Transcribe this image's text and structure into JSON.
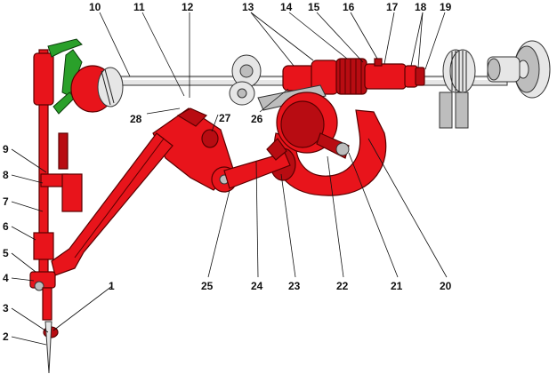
{
  "figure": {
    "callouts": [
      "1",
      "2",
      "3",
      "4",
      "5",
      "6",
      "7",
      "8",
      "9",
      "10",
      "11",
      "12",
      "13",
      "14",
      "15",
      "16",
      "17",
      "18",
      "19",
      "20",
      "21",
      "22",
      "23",
      "24",
      "25",
      "26",
      "27",
      "28"
    ]
  },
  "colors": {
    "mechanism_red": "#e8141b",
    "mechanism_red_dark": "#b80c12",
    "steel_grey": "#e6e6e6",
    "take_up_green": "#2aa02a"
  }
}
